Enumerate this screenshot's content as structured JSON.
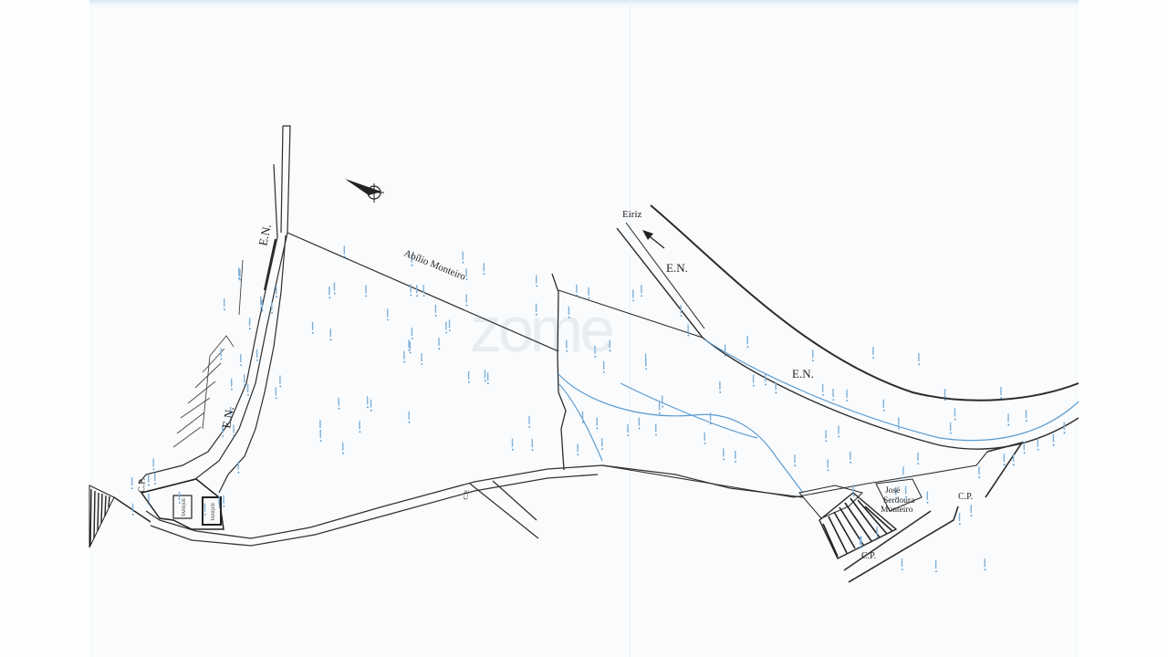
{
  "watermark": "zome",
  "colors": {
    "line": "#2c2c2c",
    "creek": "#5b9bd0",
    "points": "#4a8fc7",
    "paper": "#f9fbfd"
  },
  "labels": {
    "road_en_upper_left": "E.N.",
    "road_en_mid_left": "E.N.",
    "road_en_top_right": "E.N.",
    "road_en_right": "E.N.",
    "owner_abilio": "Abílio Monteiro",
    "place_eiriz": "Eiriz",
    "cp_left": "C.P.",
    "cp_center": "C.P.",
    "cp_lower_right": "C.P.",
    "cp_right": "C.P.",
    "owner_jose_1": "José",
    "owner_jose_2": "Serdoura",
    "owner_jose_3": "Monteiro",
    "tank_1": "TANQUE",
    "tank_2": "TANQUE"
  },
  "icons": {
    "north_arrow": "north-arrow-icon",
    "direction_arrow": "arrow-left-icon"
  }
}
